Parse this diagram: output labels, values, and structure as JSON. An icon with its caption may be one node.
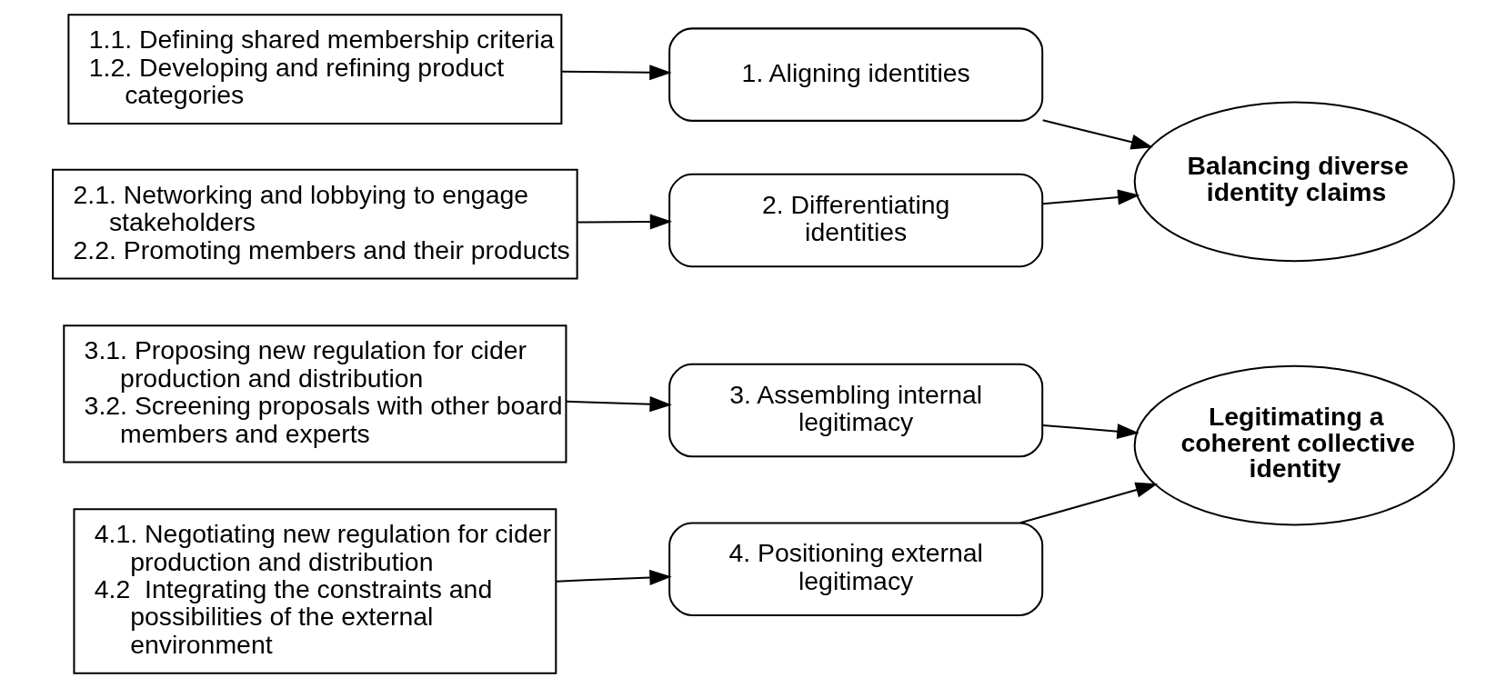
{
  "diagram": {
    "nodes": [
      {
        "text": [
          "1.1. Defining shared membership criteria",
          "1.2. Developing and refining product categories"
        ]
      },
      {
        "text": [
          "2.1. Networking and lobbying to engage stakeholders",
          "2.2. Promoting members and their products"
        ]
      },
      {
        "text": [
          "3.1. Proposing new regulation for cider production and distribution",
          "3.2. Screening proposals with other board members and experts"
        ]
      },
      {
        "text": [
          "4.1. Negotiating new regulation for cider production and distribution",
          "4.2  Integrating the constraints and possibilities of the external environment"
        ]
      },
      {
        "text": [
          "1. Aligning identities"
        ]
      },
      {
        "text": [
          "2. Differentiating identities"
        ]
      },
      {
        "text": [
          "3. Assembling internal legitimacy"
        ]
      },
      {
        "text": [
          "4. Positioning external legitimacy"
        ]
      },
      {
        "text": [
          "Balancing diverse identity claims"
        ]
      },
      {
        "text": [
          "Legitimating a coherent collective identity"
        ]
      }
    ],
    "edges": [
      {
        "from": 0,
        "to": 4,
        "arrow": "to"
      },
      {
        "from": 1,
        "to": 5,
        "arrow": "to"
      },
      {
        "from": 2,
        "to": 6,
        "arrow": "to"
      },
      {
        "from": 3,
        "to": 7,
        "arrow": "to"
      },
      {
        "from": 4,
        "to": 8,
        "arrow": "to"
      },
      {
        "from": 5,
        "to": 8,
        "arrow": "to"
      },
      {
        "from": 6,
        "to": 9,
        "arrow": "to"
      },
      {
        "from": 7,
        "to": 9,
        "arrow": "to"
      }
    ]
  }
}
